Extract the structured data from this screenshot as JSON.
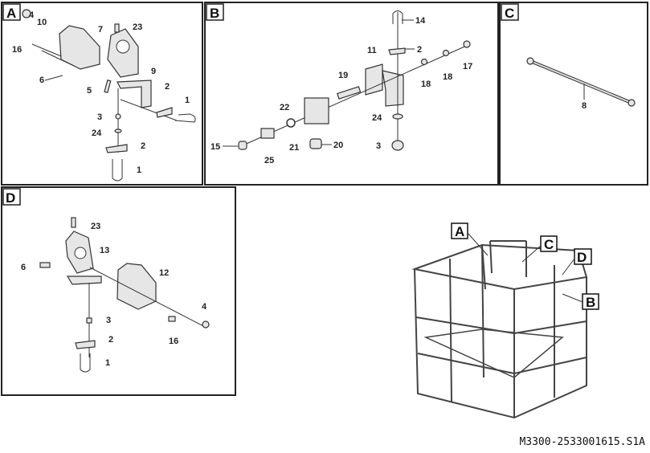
{
  "panels": {
    "A": {
      "label": "A",
      "callouts": [
        "4",
        "10",
        "7",
        "23",
        "16",
        "9",
        "6",
        "5",
        "2",
        "1",
        "3",
        "24",
        "2",
        "1"
      ]
    },
    "B": {
      "label": "B",
      "callouts": [
        "14",
        "2",
        "11",
        "17",
        "19",
        "18",
        "18",
        "22",
        "24",
        "20",
        "15",
        "21",
        "3",
        "25"
      ]
    },
    "C": {
      "label": "C",
      "callouts": [
        "8"
      ]
    },
    "D": {
      "label": "D",
      "callouts": [
        "23",
        "13",
        "6",
        "12",
        "4",
        "3",
        "2",
        "16",
        "1"
      ]
    }
  },
  "basket": {
    "labels": [
      "A",
      "C",
      "D",
      "B"
    ]
  },
  "caption": "M3300-2533001615.S1A"
}
